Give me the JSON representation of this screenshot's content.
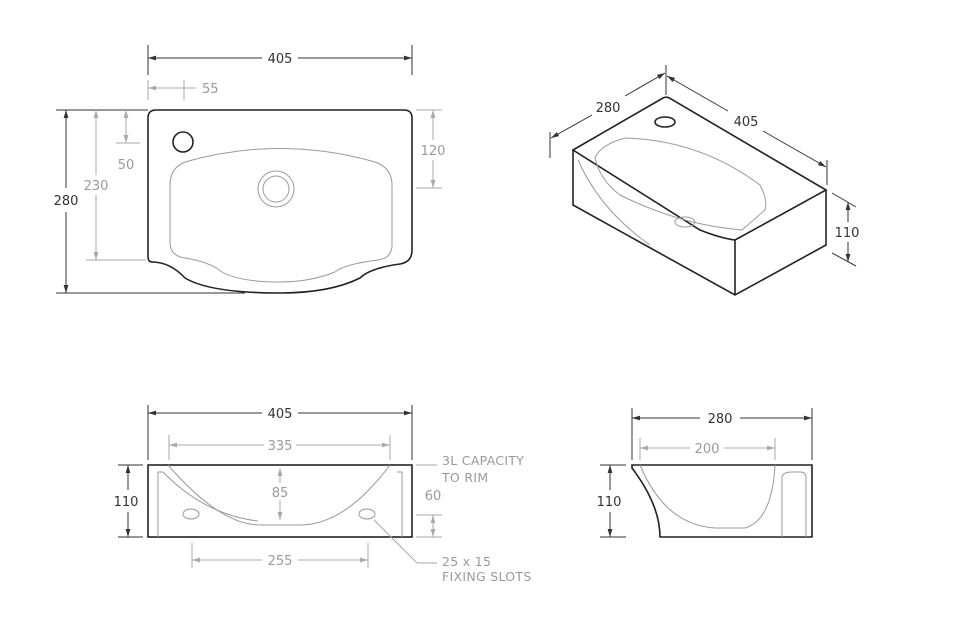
{
  "top_view": {
    "width": "405",
    "tap_offset": "55",
    "depth": "280",
    "bowl_depth": "230",
    "tap_from_back": "50",
    "right_edge": "120"
  },
  "iso_view": {
    "depth": "280",
    "width": "405",
    "height": "110"
  },
  "front_view": {
    "width": "405",
    "bowl_width": "335",
    "height": "110",
    "bowl_depth": "85",
    "slot_height": "60",
    "slot_spacing": "255",
    "capacity_note": [
      "3L CAPACITY",
      "TO RIM"
    ],
    "slots_note": [
      "25 x 15",
      "FIXING SLOTS"
    ]
  },
  "side_view": {
    "depth": "280",
    "bowl_depth": "200",
    "height": "110"
  }
}
